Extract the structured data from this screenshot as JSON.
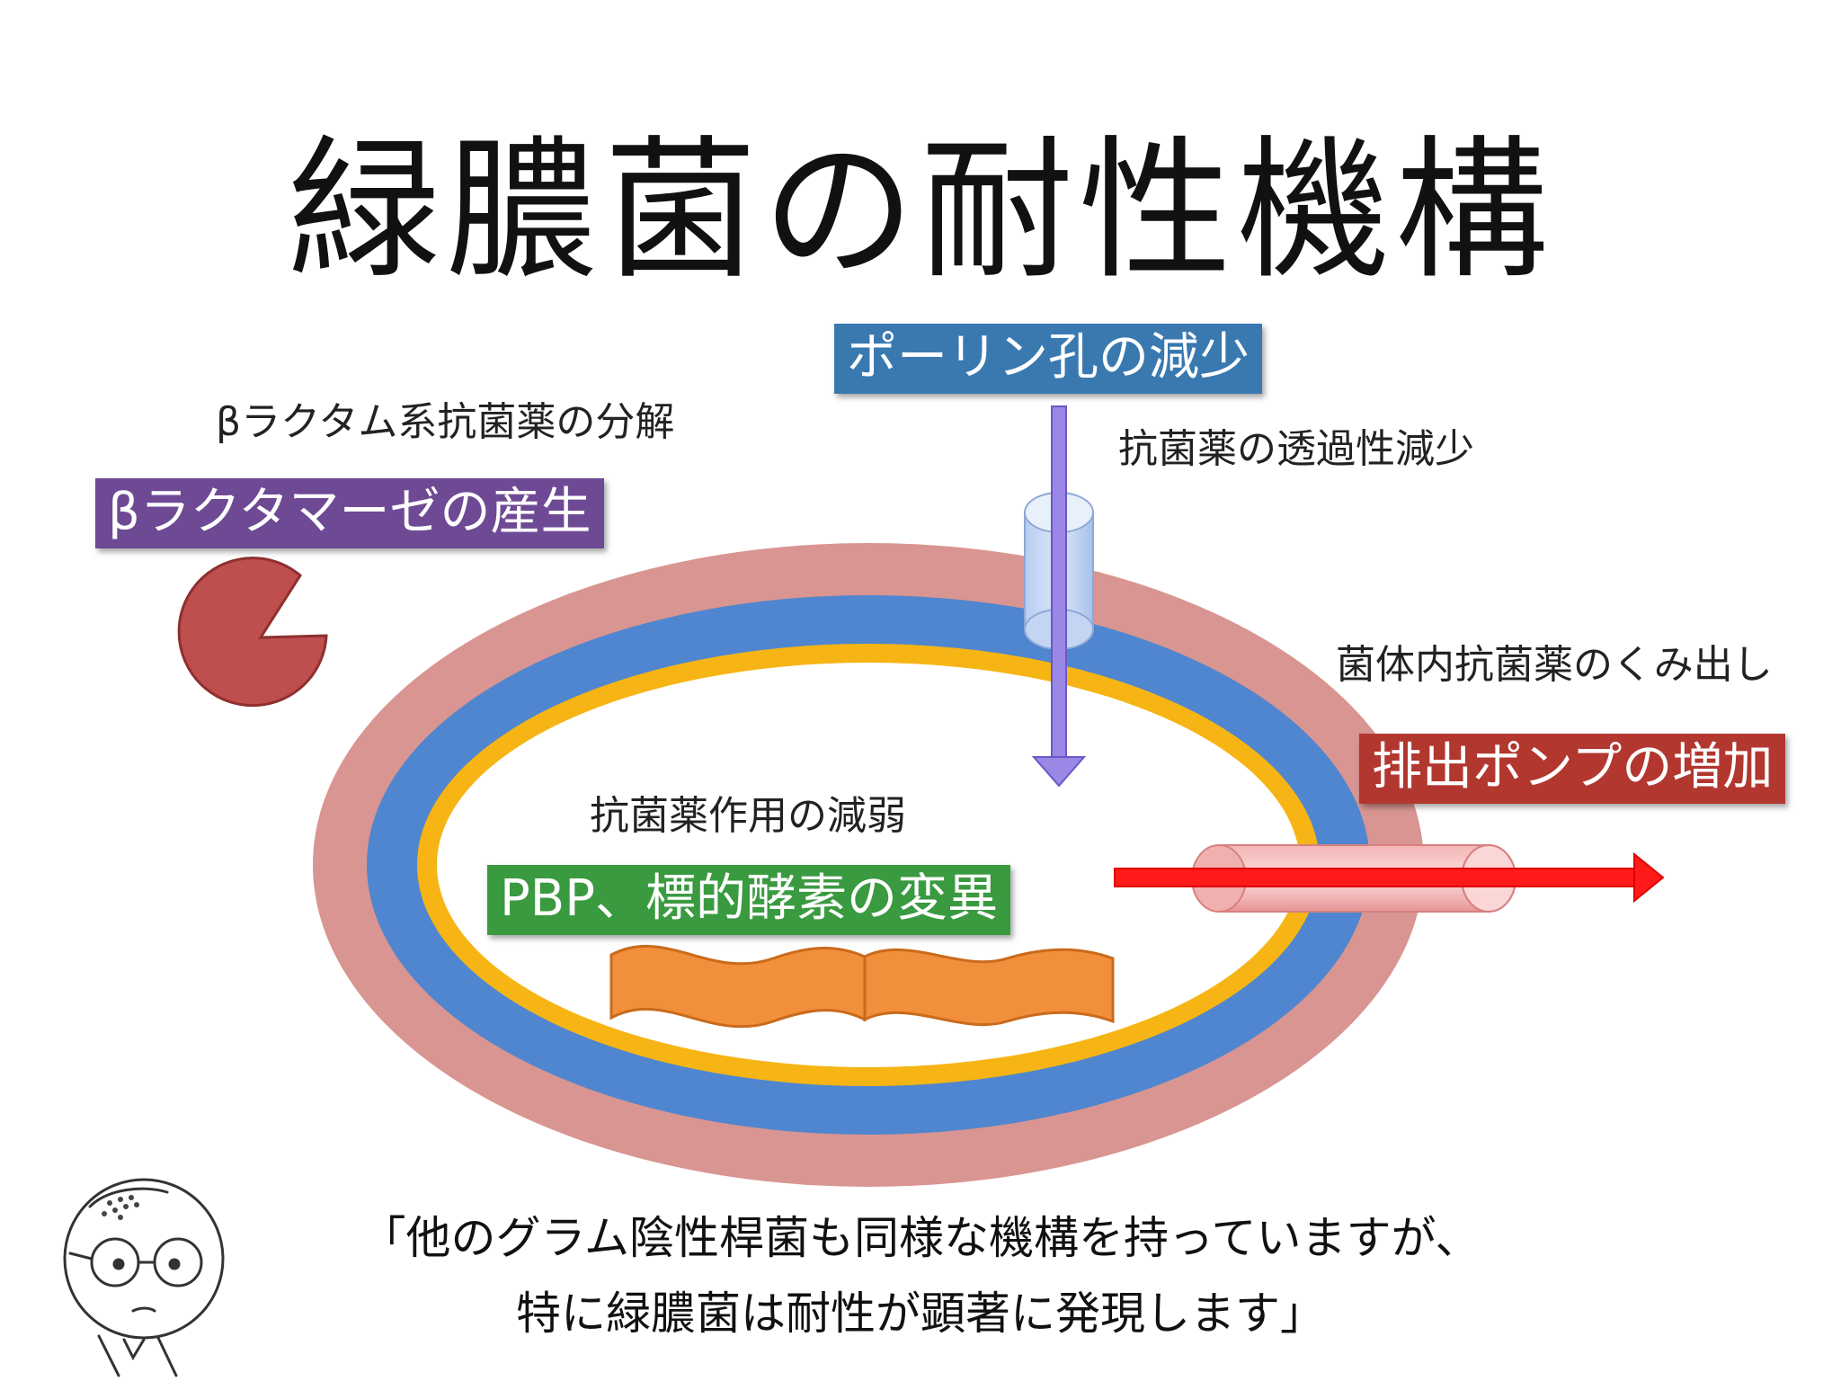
{
  "title": "緑膿菌の耐性機構",
  "labels": {
    "porin": "ポーリン孔の減少",
    "betalactamase": "βラクタマーゼの産生",
    "efflux": "排出ポンプの増加",
    "pbp": "PBP、標的酵素の変異"
  },
  "descriptions": {
    "betalactam_decomposition": "βラクタム系抗菌薬の分解",
    "permeability": "抗菌薬の透過性減少",
    "pump_out": "菌体内抗菌薬のくみ出し",
    "weakened_action": "抗菌薬作用の減弱"
  },
  "quote": {
    "line1": "「他のグラム陰性桿菌も同様な機構を持っていますが、",
    "line2": "特に緑膿菌は耐性が顕著に発現します」"
  },
  "colors": {
    "outer_membrane": "#d99591",
    "middle_membrane": "#4f86cf",
    "inner_membrane": "#f6b515",
    "cytoplasm": "#ffffff",
    "porin_label": "#3a79b0",
    "betalactamase_label": "#6e4a95",
    "efflux_label": "#b2372f",
    "pbp_label": "#3a9a40",
    "enzyme": "#bf4e4e",
    "pbp_strand": "#f28f3a",
    "porin_arrow": "#9a87e6",
    "efflux_arrow": "#ff1a1a"
  },
  "icons": {
    "enzyme": "pacman-enzyme-icon",
    "character": "bespectacled-character-icon"
  }
}
